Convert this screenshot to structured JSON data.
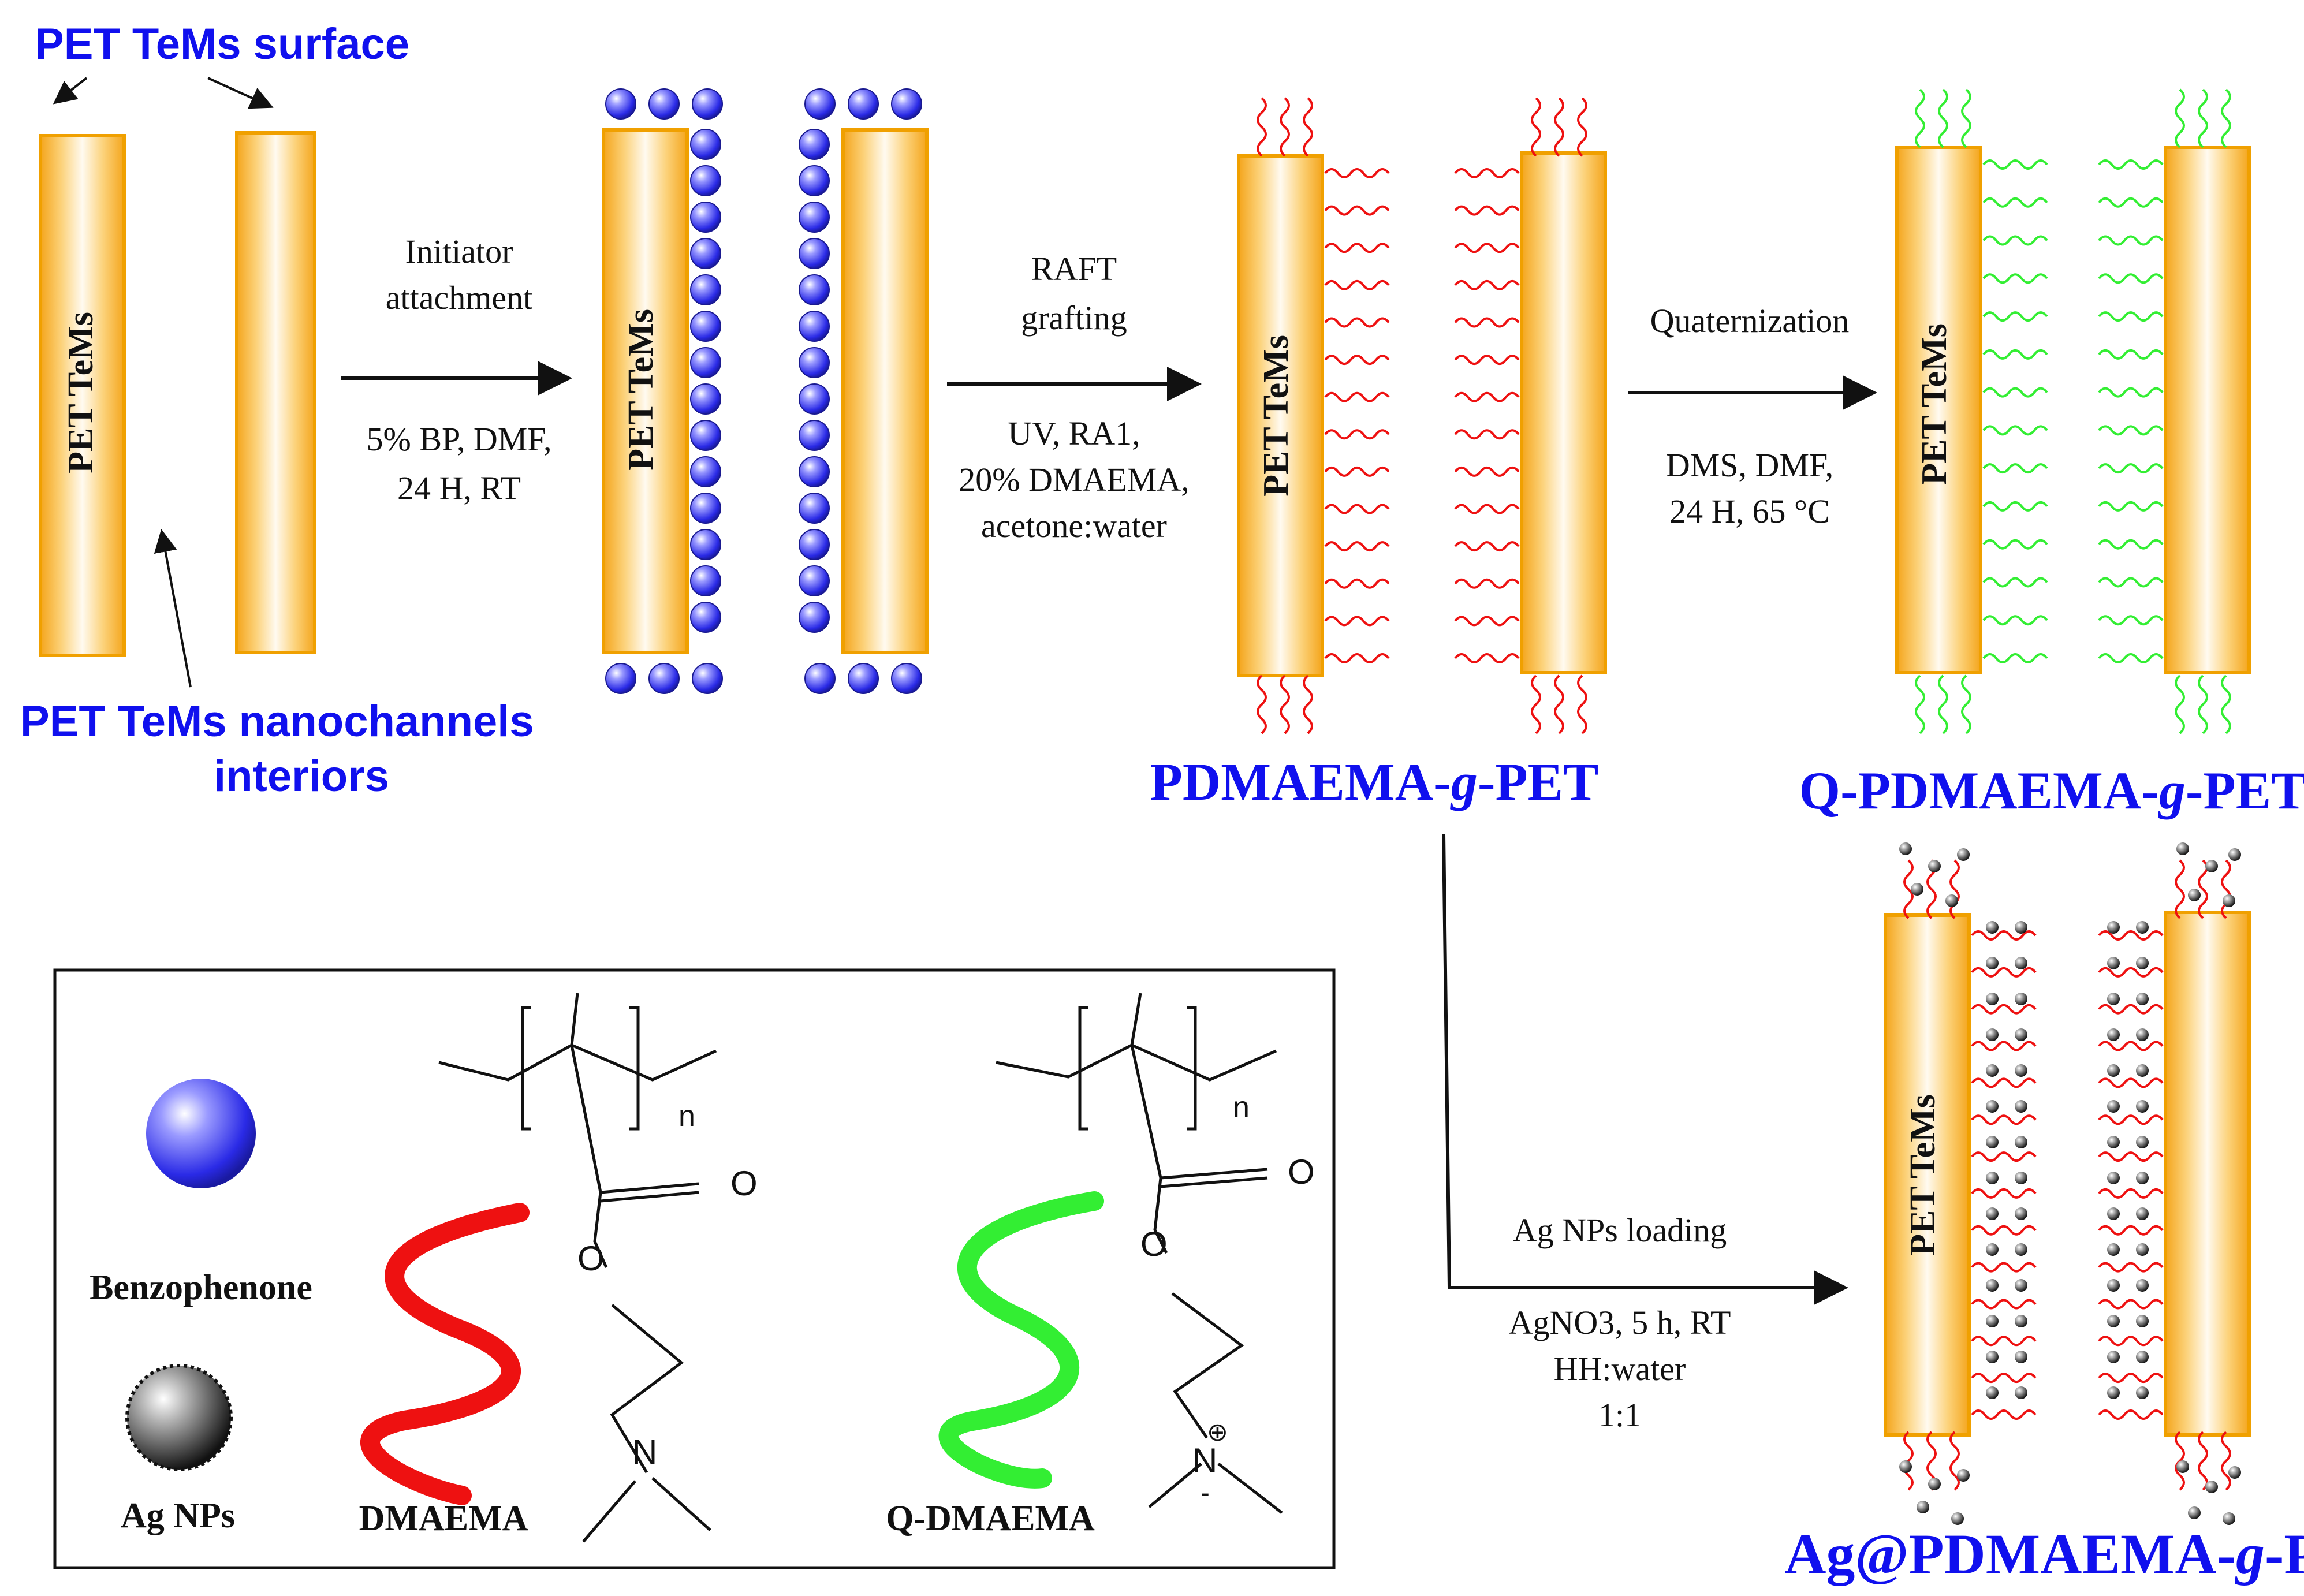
{
  "labels": {
    "surface": "PET TeMs surface",
    "interiors_line1": "PET TeMs  nanochannels",
    "interiors_line2": "interiors",
    "membrane": "PET TeMs"
  },
  "steps": {
    "initiator": {
      "above": [
        "Initiator",
        "attachment"
      ],
      "below": [
        "5% BP, DMF,",
        "24 H, RT"
      ]
    },
    "raft": {
      "above": [
        "RAFT",
        "grafting"
      ],
      "below": [
        "UV, RA1,",
        "20% DMAEMA,",
        "acetone:water"
      ]
    },
    "quat": {
      "above": [
        "Quaternization"
      ],
      "below": [
        "DMS, DMF,",
        "24 H, 65 °C"
      ]
    },
    "ag": {
      "above": [
        "Ag NPs loading"
      ],
      "below": [
        "AgNO3, 5 h, RT",
        "HH:water",
        "1:1"
      ]
    }
  },
  "products": {
    "p1_pre": "PDMAEMA-",
    "p1_g": "g",
    "p1_post": "-PET",
    "p2_pre": "Q-PDMAEMA-",
    "p2_g": "g",
    "p2_post": "-PET",
    "p3_pre": "Ag@PDMAEMA-",
    "p3_g": "g",
    "p3_post": "-PET"
  },
  "legend": {
    "benzophenone": "Benzophenone",
    "agnps": "Ag NPs",
    "dmaema": "DMAEMA",
    "qdmaema": "Q-DMAEMA",
    "n": "n",
    "O": "O",
    "N": "N",
    "plus": "⊕",
    "minus": "-"
  },
  "colors": {
    "title_blue": "#1010ee",
    "membrane_orange": "#f5a623",
    "chain_red": "#ee1111",
    "chain_green": "#33ee33",
    "bead_blue": "#3a3aee",
    "bead_grey": "#555555"
  }
}
